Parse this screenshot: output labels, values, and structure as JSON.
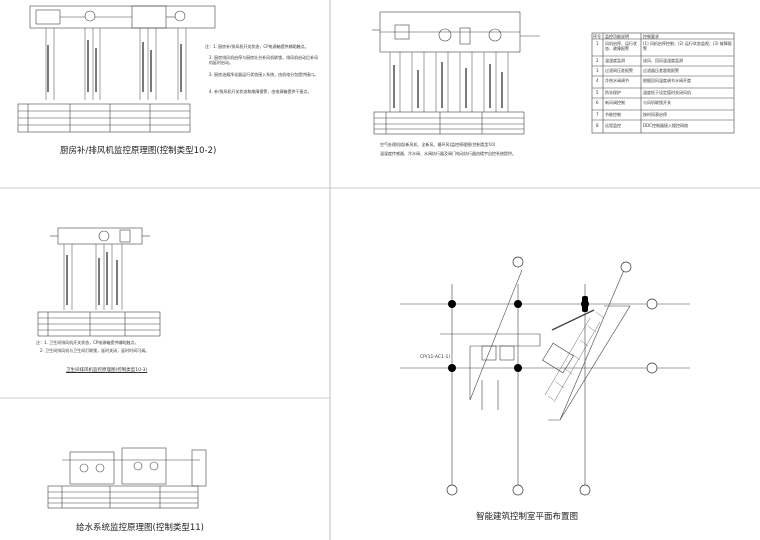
{
  "panels": {
    "kitchen": {
      "title": "厨房补/排风机监控原理图(控制类型10-2)",
      "notes": [
        "注：1. 厨房补/排风机开关状态，CP电源箱提供辅助触点。",
        "2. 厨房排风机启停与厨房灶台补风机联锁，排风机启动后补风机延时启动。",
        "3. 厨房油烟净化器运行状态接入系统，由机电分包提供接口。",
        "4. 补/排风机开关状态和故障报警，由电源箱提供干接点。"
      ]
    },
    "ahu": {
      "notes": [
        "空气处理机组(新风机、全新风、循环风)监控原理图(控制类型10)",
        "温湿度传感器、冷水阀、水阀执行器及阀门电动执行器由楼宇自控系统提供。"
      ]
    },
    "legend_table": {
      "header": [
        "序号",
        "监控功能说明",
        "控制要求"
      ],
      "rows": [
        [
          "1",
          "风机启停、运行状态、故障报警",
          "(1) 风机启停控制；(2) 运行状态监视；(3) 故障报警"
        ],
        [
          "2",
          "温湿度监测",
          "送风、回风温湿度监测"
        ],
        [
          "3",
          "过滤网压差报警",
          "过滤器压差超限报警"
        ],
        [
          "4",
          "冷热水阀调节",
          "根据回风温度调节水阀开度"
        ],
        [
          "5",
          "防冻保护",
          "温度低于设定值时关闭风机"
        ],
        [
          "6",
          "新风阀控制",
          "与风机联锁开关"
        ],
        [
          "7",
          "节能控制",
          "按时间表启停"
        ],
        [
          "8",
          "远程监控",
          "DDC控制器接入楼控网络"
        ]
      ]
    },
    "toilet": {
      "title": "卫生间排风机监控原理图(控制类型10-3)",
      "notes": [
        "注：1. 卫生间排风机开关状态，CP电源箱提供辅助触点。",
        "2. 卫生间排风机与卫生间灯联锁，延时关闭，延时时间可调。"
      ]
    },
    "water": {
      "title": "给水系统监控原理图(控制类型11)"
    },
    "plan": {
      "title": "智能建筑控制室平面布置图",
      "room_label": "CP(11-AC1-1)"
    }
  }
}
